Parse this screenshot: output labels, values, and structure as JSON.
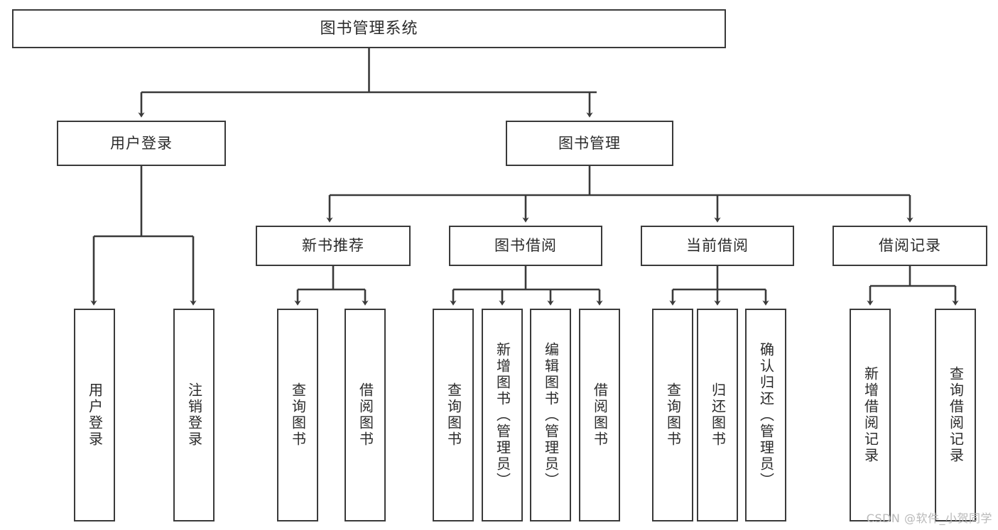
{
  "diagram": {
    "title": "图书管理系统",
    "type": "tree",
    "line_color": "#3a3a3a",
    "box_fill": "#ffffff",
    "text_color": "#2b2b2b",
    "background": "#ffffff"
  },
  "nodes": {
    "root": {
      "label": "图书管理系统"
    },
    "level2": [
      {
        "id": "user-login",
        "label": "用户登录"
      },
      {
        "id": "book-manage",
        "label": "图书管理"
      }
    ],
    "level3": [
      {
        "id": "new-book-recommend",
        "label": "新书推荐"
      },
      {
        "id": "book-borrow",
        "label": "图书借阅"
      },
      {
        "id": "current-borrow",
        "label": "当前借阅"
      },
      {
        "id": "borrow-record",
        "label": "借阅记录"
      }
    ],
    "leaves": {
      "user-login": [
        {
          "id": "leaf-user-login",
          "label": "用户登录"
        },
        {
          "id": "leaf-logout-login",
          "label": "注销登录"
        }
      ],
      "new-book-recommend": [
        {
          "id": "leaf-query-book-1",
          "label": "查询图书"
        },
        {
          "id": "leaf-borrow-book-1",
          "label": "借阅图书"
        }
      ],
      "book-borrow": [
        {
          "id": "leaf-query-book-2",
          "label": "查询图书"
        },
        {
          "id": "leaf-add-book",
          "label": "新增图书（管理员）"
        },
        {
          "id": "leaf-edit-book",
          "label": "编辑图书（管理员）"
        },
        {
          "id": "leaf-borrow-book-2",
          "label": "借阅图书"
        }
      ],
      "current-borrow": [
        {
          "id": "leaf-query-book-3",
          "label": "查询图书"
        },
        {
          "id": "leaf-return-book",
          "label": "归还图书"
        },
        {
          "id": "leaf-confirm-return",
          "label": "确认归还（管理员）"
        }
      ],
      "borrow-record": [
        {
          "id": "leaf-add-record",
          "label": "新增借阅记录"
        },
        {
          "id": "leaf-query-record",
          "label": "查询借阅记录"
        }
      ]
    }
  },
  "watermark": {
    "text": "CSDN @软件_小贺同学"
  }
}
